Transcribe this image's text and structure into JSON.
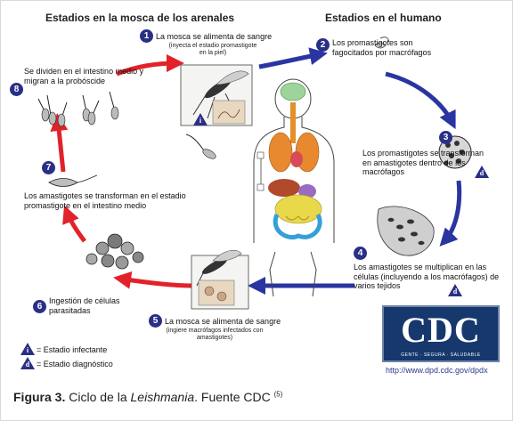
{
  "headings": {
    "sandfly": "Estadios en la mosca de los arenales",
    "human": "Estadios en el humano"
  },
  "steps": [
    {
      "n": "1",
      "text": "La mosca se alimenta de sangre",
      "sub": "(inyecta el estadio promastigote en la piel)"
    },
    {
      "n": "2",
      "text": "Los promastigotes son fagocitados por macrófagos"
    },
    {
      "n": "3",
      "text": "Los promastigotes se transforman en amastigotes dentro de los macrófagos"
    },
    {
      "n": "4",
      "text": "Los amastigotes se multiplican en las células (incluyendo a los macrófagos) de varios tejidos"
    },
    {
      "n": "5",
      "text": "La mosca se alimenta de sangre",
      "sub": "(ingiere macrófagos infectados con amastigotes)"
    },
    {
      "n": "6",
      "text": "Ingestión de células parasitadas"
    },
    {
      "n": "7",
      "text": "Los amastigotes se transforman en el estadio promastigote en el intestino medio"
    },
    {
      "n": "8",
      "text": "Se dividen en el intestino medio y migran a la probóscide"
    }
  ],
  "markers": {
    "infective": "i",
    "diagnostic": "d"
  },
  "legend": {
    "infective": "= Estadio infectante",
    "diagnostic": "= Estadio diagnóstico"
  },
  "logo": {
    "text": "CDC",
    "tagline": "GENTE · SEGURA · SALUDABLE"
  },
  "url": "http://www.dpd.cdc.gov/dpdx",
  "caption": {
    "label": "Figura 3.",
    "text_before": " Ciclo de la ",
    "italic": "Leishmania",
    "text_after": ". Fuente CDC ",
    "ref": "(5)"
  },
  "colors": {
    "blue_arrow": "#2a35a0",
    "red_arrow": "#e2222a",
    "badge": "#2a2f86"
  }
}
